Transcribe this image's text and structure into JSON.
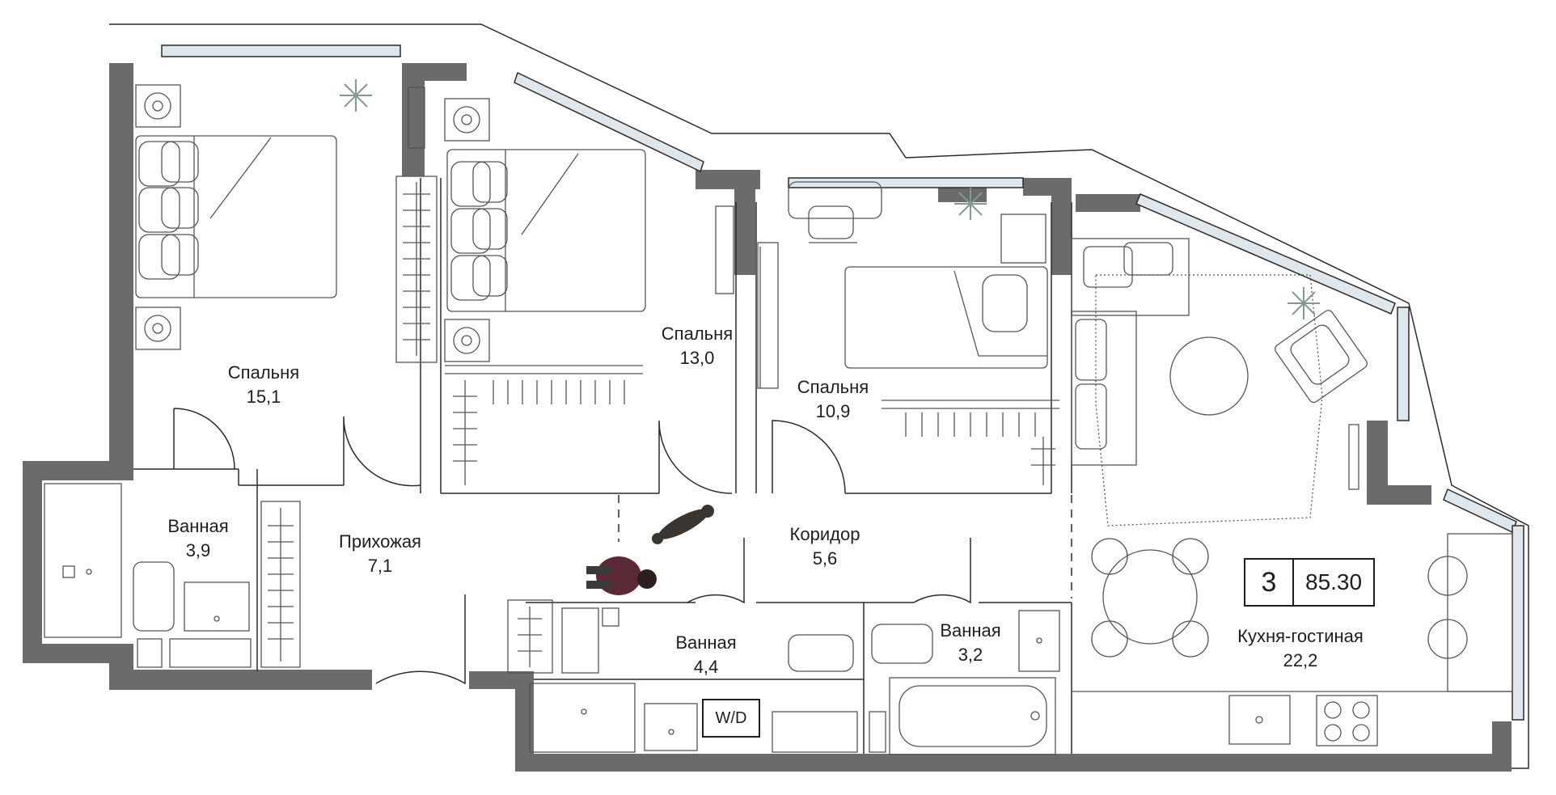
{
  "plan": {
    "colors": {
      "wall": "#6b6b6b",
      "line": "#2a2a2a",
      "furniture": "#555555",
      "plant": "#7f9a8b",
      "window": "#dfe7ec"
    },
    "rooms": [
      {
        "id": "bedroom1",
        "name": "Спальня",
        "area": "15,1"
      },
      {
        "id": "bedroom2",
        "name": "Спальня",
        "area": "13,0"
      },
      {
        "id": "bedroom3",
        "name": "Спальня",
        "area": "10,9"
      },
      {
        "id": "bath1",
        "name": "Ванная",
        "area": "3,9"
      },
      {
        "id": "hall",
        "name": "Прихожая",
        "area": "7,1"
      },
      {
        "id": "corridor",
        "name": "Коридор",
        "area": "5,6"
      },
      {
        "id": "bath2",
        "name": "Ванная",
        "area": "4,4"
      },
      {
        "id": "bath3",
        "name": "Ванная",
        "area": "3,2"
      },
      {
        "id": "kitchen",
        "name": "Кухня-гостиная",
        "area": "22,2"
      }
    ],
    "badge": {
      "rooms": "3",
      "area": "85.30"
    },
    "appliance_label": "W/D",
    "icons": [
      "person-icon",
      "dog-icon",
      "plant-icon",
      "air-conditioner-icon",
      "bed-icon",
      "sofa-icon",
      "armchair-icon",
      "dining-table-icon",
      "bathtub-icon",
      "toilet-icon",
      "sink-icon",
      "stove-icon",
      "wardrobe-icon"
    ]
  }
}
